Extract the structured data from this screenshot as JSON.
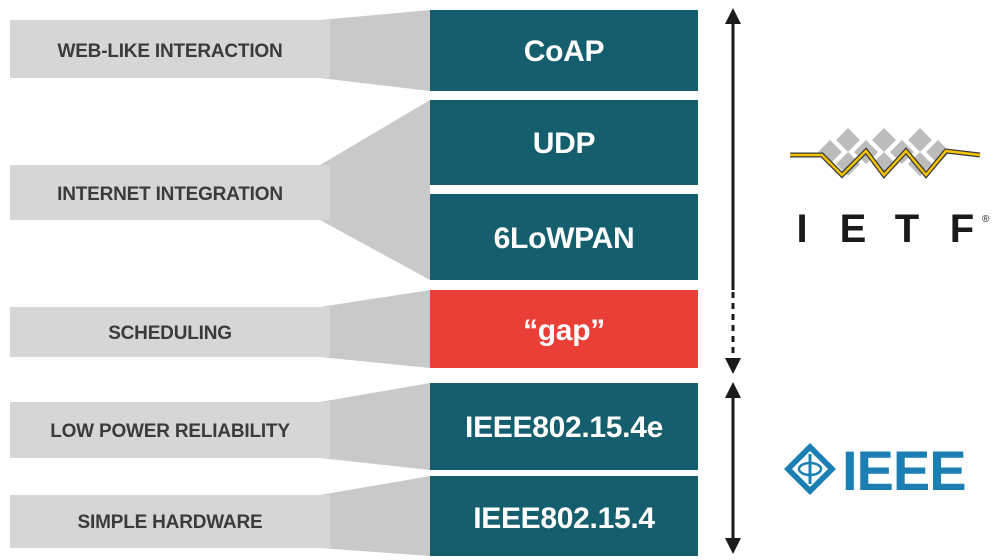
{
  "colors": {
    "layer": "#155e6d",
    "gap": "#ea3f36",
    "label_bg": "#d6d6d6",
    "connector": "#c9c9c9",
    "ieee_blue": "#1b7fb3",
    "ietf_gray": "#bcbcbc",
    "ietf_line": "#f2c300"
  },
  "labels": {
    "web": "WEB-LIKE INTERACTION",
    "internet": "INTERNET INTEGRATION",
    "scheduling": "SCHEDULING",
    "low_power": "LOW POWER RELIABILITY",
    "hardware": "SIMPLE HARDWARE"
  },
  "layers": {
    "coap": "CoAP",
    "udp": "UDP",
    "sixlowpan": "6LoWPAN",
    "gap": "“gap”",
    "e802_15_4e": "IEEE802.15.4e",
    "e802_15_4": "IEEE802.15.4"
  },
  "logos": {
    "ietf": {
      "letters": [
        "I",
        "E",
        "T",
        "F"
      ],
      "mark": "®"
    },
    "ieee": {
      "word": "IEEE"
    }
  }
}
